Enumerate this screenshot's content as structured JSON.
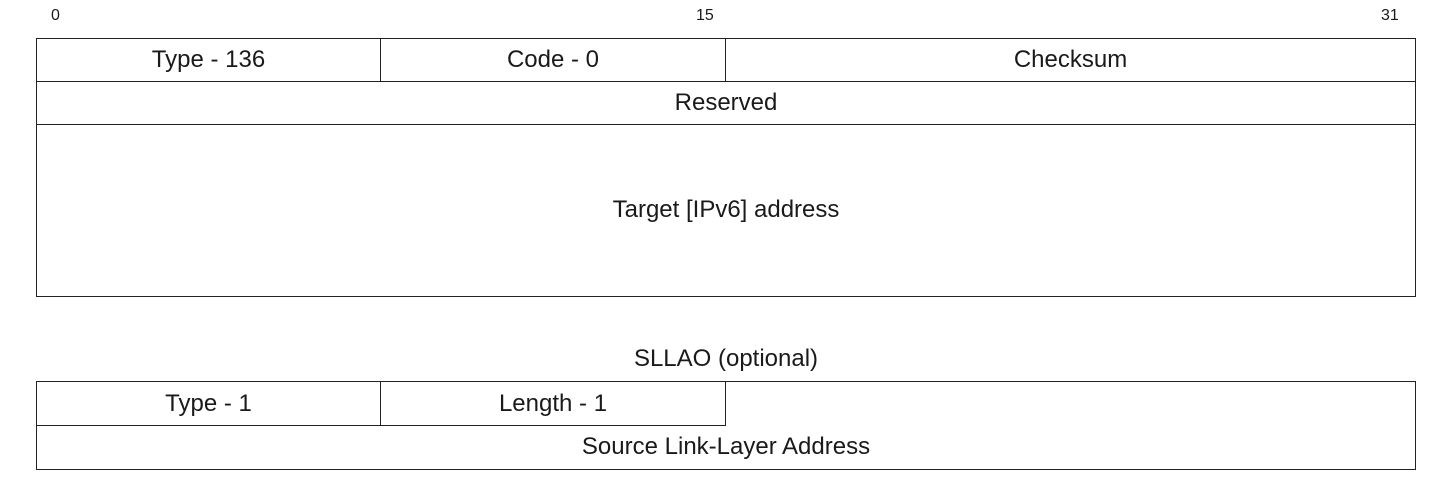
{
  "bit_labels": {
    "start": "0",
    "middle": "15",
    "end": "31"
  },
  "ns_message": {
    "type": "Type - 136",
    "code": "Code - 0",
    "checksum": "Checksum",
    "reserved": "Reserved",
    "target_address": "Target [IPv6] address"
  },
  "sllao": {
    "caption": "SLLAO (optional)",
    "type": "Type - 1",
    "length": "Length - 1",
    "source_address": "Source Link-Layer Address"
  }
}
